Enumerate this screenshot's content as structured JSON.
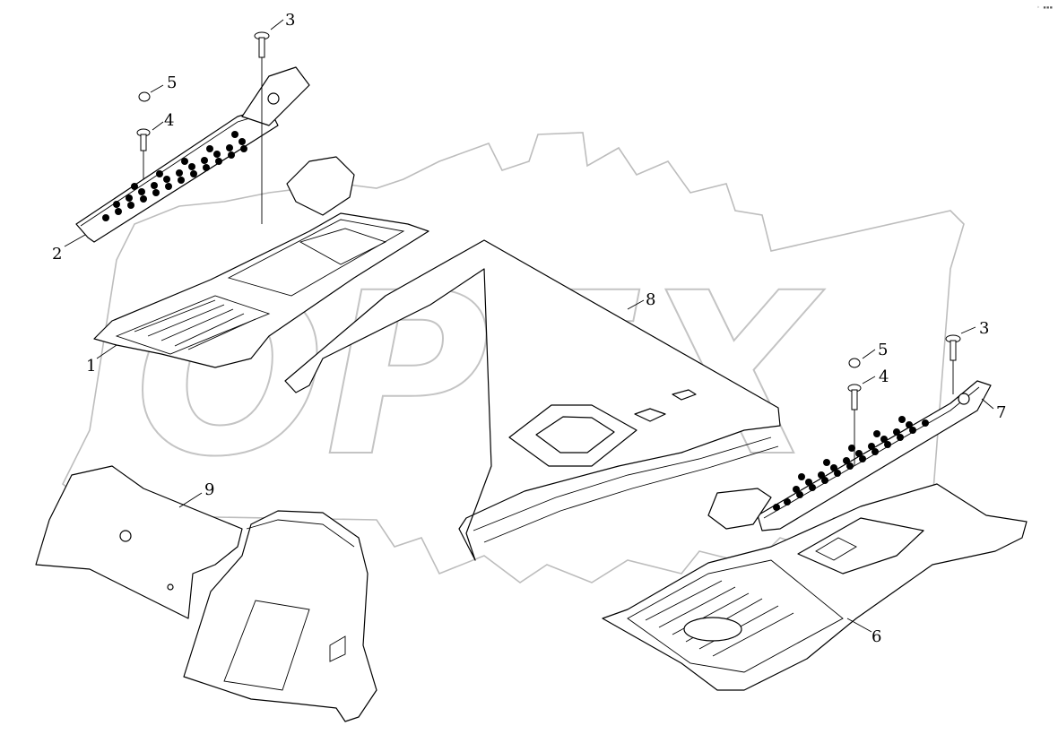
{
  "diagram": {
    "type": "exploded-parts-diagram",
    "watermark": {
      "text": "OPEX",
      "color": "#c4c4c4"
    },
    "corner_mark": "◦ ▪▪▪",
    "callouts": [
      {
        "id": "c1",
        "label": "1"
      },
      {
        "id": "c2",
        "label": "2"
      },
      {
        "id": "c3a",
        "label": "3"
      },
      {
        "id": "c4a",
        "label": "4"
      },
      {
        "id": "c5a",
        "label": "5"
      },
      {
        "id": "c8",
        "label": "8"
      },
      {
        "id": "c9",
        "label": "9"
      },
      {
        "id": "c3b",
        "label": "3"
      },
      {
        "id": "c4b",
        "label": "4"
      },
      {
        "id": "c5b",
        "label": "5"
      },
      {
        "id": "c7",
        "label": "7"
      },
      {
        "id": "c6",
        "label": "6"
      }
    ],
    "colors": {
      "line": "#000000",
      "background": "#ffffff",
      "watermark": "#c4c4c4"
    }
  }
}
